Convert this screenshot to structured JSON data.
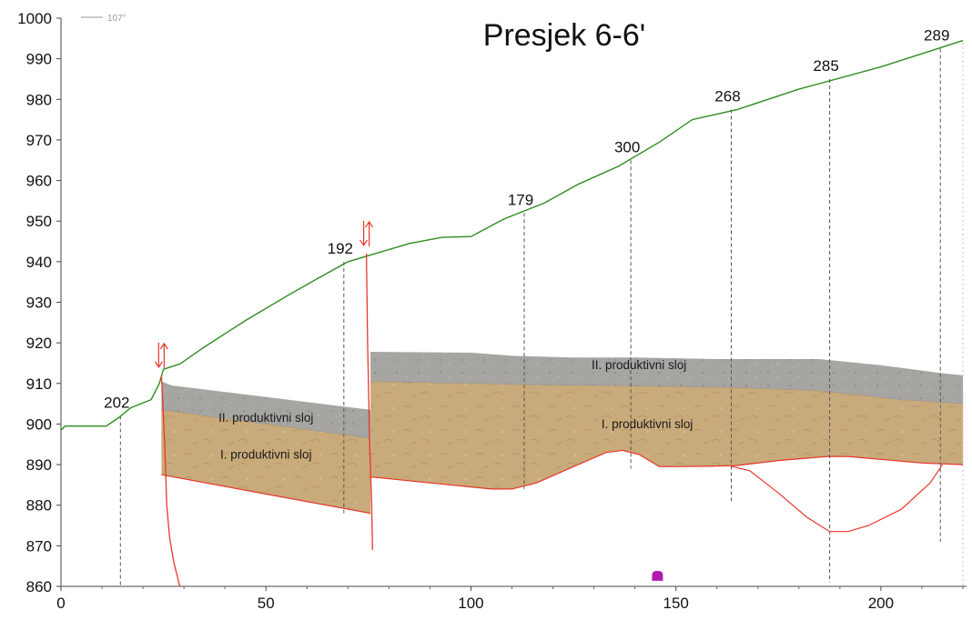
{
  "title": "Presjek 6-6'",
  "azimuth": "107°",
  "colors": {
    "terrain": "#2e8b1e",
    "fault": "#e8362b",
    "layer_II": "#a8a6a2",
    "layer_I": "#c9a979",
    "marker": "#b01ab0",
    "borehole": "#555555"
  },
  "chart_data": {
    "type": "cross-section",
    "xlim": [
      0,
      220
    ],
    "ylim": [
      860,
      1000
    ],
    "x_ticks": [
      "0",
      "50",
      "100",
      "150",
      "200"
    ],
    "y_ticks": [
      "1000",
      "990",
      "980",
      "970",
      "960",
      "950",
      "940",
      "930",
      "920",
      "910",
      "900",
      "890",
      "880",
      "870",
      "860"
    ],
    "terrain_profile": [
      [
        0,
        898.5
      ],
      [
        1,
        899.5
      ],
      [
        11,
        899.5
      ],
      [
        14,
        901.5
      ],
      [
        17,
        904
      ],
      [
        22,
        906
      ],
      [
        24,
        910
      ],
      [
        25,
        913.5
      ],
      [
        29,
        914.8
      ],
      [
        35,
        919
      ],
      [
        45,
        925.5
      ],
      [
        55,
        931.5
      ],
      [
        62,
        935.5
      ],
      [
        70,
        940
      ],
      [
        75,
        941.5
      ],
      [
        85,
        944.5
      ],
      [
        93,
        946
      ],
      [
        100,
        946.2
      ],
      [
        108,
        950.5
      ],
      [
        118,
        954.5
      ],
      [
        126,
        959
      ],
      [
        136,
        963.5
      ],
      [
        146,
        969.5
      ],
      [
        154,
        975
      ],
      [
        165,
        977.5
      ],
      [
        180,
        982.5
      ],
      [
        200,
        988
      ],
      [
        220,
        994.5
      ]
    ],
    "boreholes": [
      {
        "id": "202",
        "x": 14.5,
        "top": 902,
        "bottom": 860
      },
      {
        "id": "192",
        "x": 69,
        "top": 940,
        "bottom": 878
      },
      {
        "id": "179",
        "x": 113,
        "top": 952,
        "bottom": 884
      },
      {
        "id": "300",
        "x": 139,
        "top": 965,
        "bottom": 889
      },
      {
        "id": "268",
        "x": 163.5,
        "top": 977.5,
        "bottom": 881
      },
      {
        "id": "285",
        "x": 187.5,
        "top": 985,
        "bottom": 861
      },
      {
        "id": "289",
        "x": 214.5,
        "top": 992.5,
        "bottom": 871
      }
    ],
    "faults": [
      {
        "x_top": 24.5,
        "y_top": 912,
        "path": [
          [
            24.5,
            912
          ],
          [
            25.3,
            895
          ],
          [
            25.8,
            880
          ],
          [
            26.5,
            872
          ],
          [
            27.5,
            866
          ],
          [
            29,
            860
          ]
        ]
      },
      {
        "x_top": 74.5,
        "y_top": 942,
        "path": [
          [
            74.5,
            942
          ],
          [
            74.8,
            920
          ],
          [
            75.3,
            895
          ],
          [
            75.8,
            880
          ],
          [
            76,
            869
          ]
        ]
      }
    ],
    "blocks": [
      {
        "x_range": [
          24.5,
          75.5
        ],
        "layer_II_top": [
          [
            24.5,
            910.5
          ],
          [
            27,
            909.5
          ],
          [
            75.5,
            903.5
          ]
        ],
        "layer_I_top": [
          [
            24.5,
            903.5
          ],
          [
            75.5,
            896.5
          ]
        ],
        "base": [
          [
            24.5,
            887.5
          ],
          [
            75.5,
            878
          ]
        ]
      },
      {
        "x_range": [
          75.5,
          220
        ],
        "layer_II_top": [
          [
            75.5,
            917.8
          ],
          [
            100,
            917.6
          ],
          [
            110,
            916.8
          ],
          [
            125,
            916.4
          ],
          [
            140,
            916.4
          ],
          [
            160,
            916
          ],
          [
            185,
            916
          ],
          [
            200,
            914.5
          ],
          [
            215,
            912.5
          ],
          [
            220,
            912
          ]
        ],
        "layer_I_top": [
          [
            75.5,
            910.5
          ],
          [
            100,
            910
          ],
          [
            120,
            909.6
          ],
          [
            140,
            909.4
          ],
          [
            165,
            909
          ],
          [
            185,
            908.2
          ],
          [
            205,
            906
          ],
          [
            220,
            905
          ]
        ],
        "base": [
          [
            75.5,
            887
          ],
          [
            90,
            885.5
          ],
          [
            105,
            884
          ],
          [
            110,
            884
          ],
          [
            116,
            885.5
          ],
          [
            125,
            889.5
          ],
          [
            133,
            893
          ],
          [
            137,
            893.5
          ],
          [
            141,
            892.5
          ],
          [
            146,
            889.5
          ],
          [
            150,
            889.5
          ],
          [
            158,
            889.6
          ],
          [
            165,
            889.8
          ],
          [
            175,
            891
          ],
          [
            187,
            892
          ],
          [
            192,
            892
          ],
          [
            210,
            890.4
          ],
          [
            220,
            890
          ]
        ]
      }
    ],
    "layers": [
      {
        "name": "II. produktivni sloj",
        "color": "#a8a6a2"
      },
      {
        "name": "I. produktivni sloj",
        "color": "#c9a979"
      }
    ],
    "layer_labels": [
      {
        "block": 0,
        "layer": "II. produktivni sloj",
        "x": 50,
        "y": 900.5
      },
      {
        "block": 0,
        "layer": "I. produktivni sloj",
        "x": 50,
        "y": 891.5
      },
      {
        "block": 1,
        "layer": "II. produktivni sloj",
        "x": 141,
        "y": 913.5
      },
      {
        "block": 1,
        "layer": "I. produktivni sloj",
        "x": 143,
        "y": 899
      }
    ],
    "basin_line": [
      [
        163.5,
        889.6
      ],
      [
        168,
        888.5
      ],
      [
        175,
        883
      ],
      [
        182,
        877
      ],
      [
        187.5,
        873.5
      ],
      [
        192,
        873.5
      ],
      [
        197,
        875
      ],
      [
        205,
        879
      ],
      [
        212,
        885.5
      ],
      [
        215,
        890
      ]
    ],
    "marker": {
      "x": 145.5,
      "y": 862.5
    }
  }
}
